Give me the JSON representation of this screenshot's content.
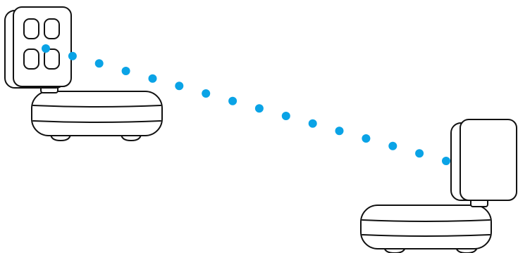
{
  "diagram": {
    "devices": [
      {
        "id": "hub",
        "icon": "four-squares-icon",
        "role": "sender"
      },
      {
        "id": "sensor",
        "icon": "blank-panel-icon",
        "role": "receiver"
      }
    ],
    "connection": {
      "style": "dotted",
      "dot_count": 16
    },
    "colors": {
      "dot": "#0aa3e6",
      "outline": "#111111",
      "background": "#ffffff"
    }
  }
}
